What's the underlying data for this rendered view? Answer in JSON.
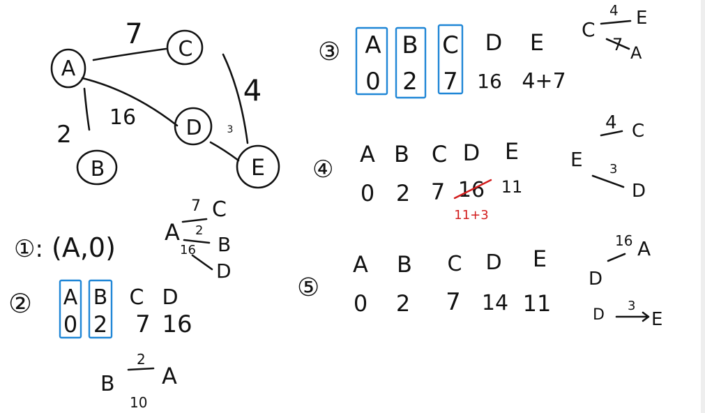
{
  "graph": {
    "nodes": {
      "a": "A",
      "b": "B",
      "c": "C",
      "d": "D",
      "e": "E"
    },
    "edges": {
      "ac": "7",
      "ab": "2",
      "ad": "16",
      "ce": "4",
      "de": "3"
    }
  },
  "step1": {
    "label": "①:",
    "pair": "(A,0)",
    "src": "A",
    "w1": "7",
    "t1": "C",
    "w2": "2",
    "t2": "B",
    "w3": "16",
    "t3": "D"
  },
  "step2": {
    "label": "②",
    "headers": [
      "A",
      "B",
      "C",
      "D"
    ],
    "values": [
      "0",
      "2",
      "7",
      "16"
    ],
    "note_from": "B",
    "note_w": "2",
    "note_to": "A",
    "note_under": "10"
  },
  "step3": {
    "label": "③",
    "headers": [
      "A",
      "B",
      "C",
      "D",
      "E"
    ],
    "values": [
      "0",
      "2",
      "7",
      "16",
      "4+7"
    ],
    "note_from": "C",
    "w_up": "4",
    "to_up": "E",
    "w_down": "7",
    "to_down": "A"
  },
  "step4": {
    "label": "④",
    "headers": [
      "A",
      "B",
      "C",
      "D",
      "E"
    ],
    "values": [
      "0",
      "2",
      "7",
      "16",
      "11"
    ],
    "correction": "11+3",
    "note_from": "E",
    "w_up": "4",
    "to_up": "C",
    "w_down": "3",
    "to_down": "D"
  },
  "step5": {
    "label": "⑤",
    "headers": [
      "A",
      "B",
      "C",
      "D",
      "E"
    ],
    "values": [
      "0",
      "2",
      "7",
      "14",
      "11"
    ],
    "note_from": "D",
    "w_up": "16",
    "to_up": "A",
    "w_down": "3",
    "to_down": "E",
    "note_from2": "D"
  }
}
